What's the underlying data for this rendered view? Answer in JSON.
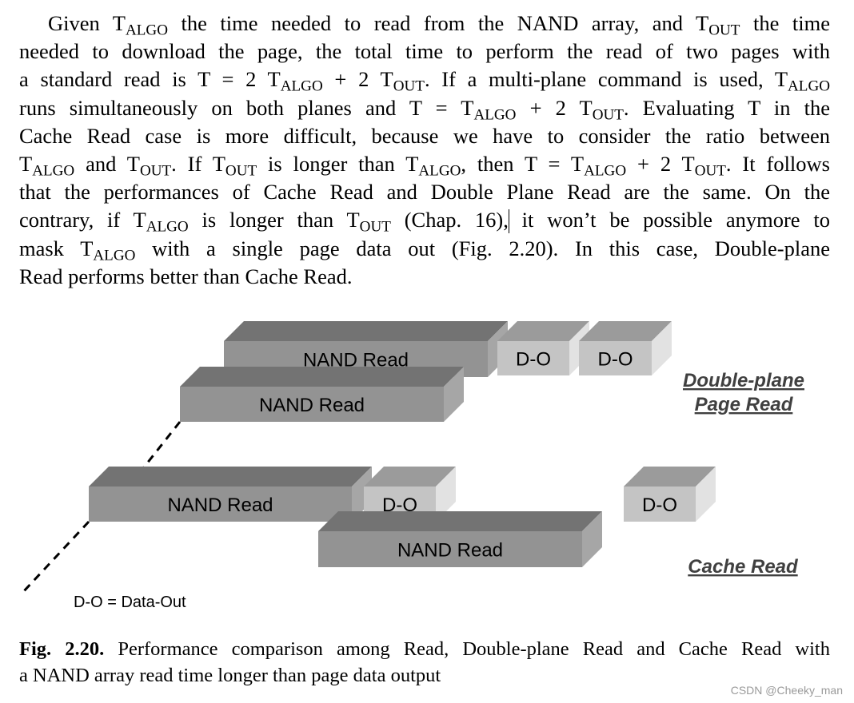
{
  "paragraph": {
    "lines": [
      "Given T_{ALGO} the time needed to read from the NAND array, and T_{OUT} the time",
      "needed to download the page, the total time to perform the read of two pages with",
      "a standard read is T = 2 T_{ALGO} + 2 T_{OUT}. If a multi-plane command is used, T_{ALGO}",
      "runs simultaneously on both planes and T = T_{ALGO} + 2 T_{OUT}. Evaluating T in the",
      "Cache Read case is more difficult, because we have to consider the ratio between",
      "T_{ALGO} and T_{OUT}. If T_{OUT} is longer than T_{ALGO}, then T = T_{ALGO} + 2 T_{OUT}. It follows",
      "that the performances of Cache Read and Double Plane Read are the same. On the",
      "contrary, if T_{ALGO} is longer than T_{OUT} (Chap. 16), it won’t be possible anymore to",
      "mask T_{ALGO} with a single page data out (Fig. 2.20). In this case, Double-plane",
      "Read performs better than Cache Read."
    ]
  },
  "diagram": {
    "blocks": {
      "dp_nand_1": "NAND Read",
      "dp_do_1": "D-O",
      "dp_do_2": "D-O",
      "dp_nand_2": "NAND Read",
      "cr_nand_1": "NAND Read",
      "cr_do_1": "D-O",
      "cr_do_2": "D-O",
      "cr_nand_2": "NAND Read"
    },
    "double_plane_title_1": "Double-plane",
    "double_plane_title_2": "Page Read",
    "cache_read_title": "Cache Read",
    "legend": "D-O = Data-Out",
    "colors": {
      "nand_front": "#939393",
      "nand_top": "#737373",
      "nand_side": "#a6a6a6",
      "do_front": "#c4c4c4",
      "do_top": "#9b9b9b",
      "do_side": "#e2e2e2"
    }
  },
  "caption": {
    "label": "Fig. 2.20.",
    "line1": " Performance comparison among Read, Double-plane Read and Cache Read with",
    "line2": "a NAND array read time longer than page data output"
  },
  "watermark": "CSDN @Cheeky_man"
}
